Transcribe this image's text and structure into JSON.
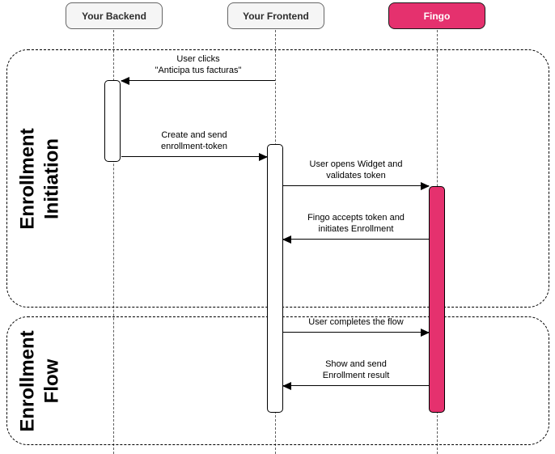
{
  "actors": [
    {
      "label": "Your Backend",
      "fill": "#f5f5f5"
    },
    {
      "label": "Your Frontend",
      "fill": "#f5f5f5"
    },
    {
      "label": "Fingo",
      "fill": "#e5316e"
    }
  ],
  "sections": [
    {
      "label": "Enrollment Initiation"
    },
    {
      "label": "Enrollment\nFlow"
    }
  ],
  "messages": [
    {
      "label": "User clicks\n\"Anticipa tus facturas\"",
      "from": "Your Frontend",
      "to": "Your Backend"
    },
    {
      "label": "Create and send\nenrollment-token",
      "from": "Your Backend",
      "to": "Your Frontend"
    },
    {
      "label": "User opens Widget and\nvalidates token",
      "from": "Your Frontend",
      "to": "Fingo"
    },
    {
      "label": "Fingo accepts token and\ninitiates Enrollment",
      "from": "Fingo",
      "to": "Your Frontend"
    },
    {
      "label": "User completes the flow",
      "from": "Your Frontend",
      "to": "Fingo"
    },
    {
      "label": "Show and send\nEnrollment result",
      "from": "Fingo",
      "to": "Your Frontend"
    }
  ],
  "colors": {
    "fingo_pink": "#e5316e",
    "actor_gray_fill": "#f5f5f5",
    "line_black": "#000000"
  }
}
